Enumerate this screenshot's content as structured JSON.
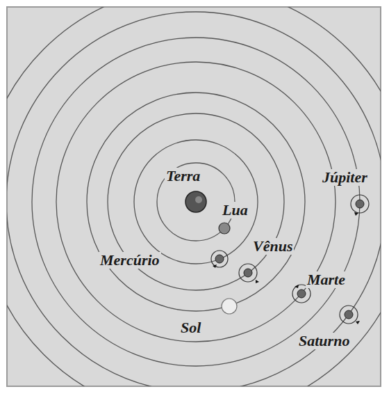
{
  "diagram": {
    "labels": [
      "Terra",
      "Lua",
      "Mercúrio",
      "Vênus",
      "Júpiter",
      "Marte",
      "Sol",
      "Saturno"
    ]
  }
}
